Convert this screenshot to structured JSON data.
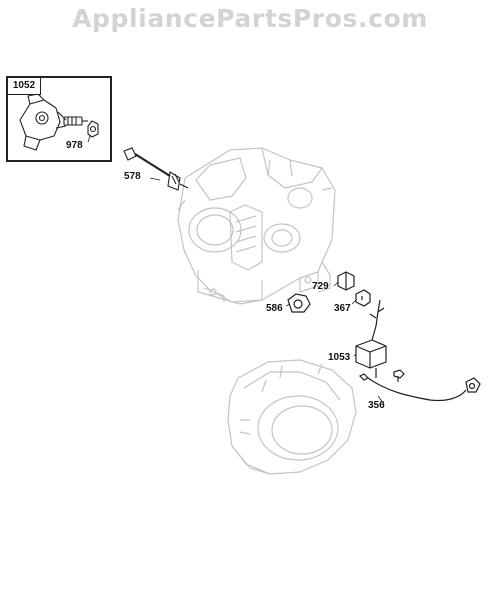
{
  "watermark": "AppliancePartsPros.com",
  "callout_box_label": "1052",
  "parts": {
    "p978": "978",
    "p578": "578",
    "p729": "729",
    "p367": "367",
    "p586": "586",
    "p1053": "1053",
    "p356": "356"
  },
  "colors": {
    "label": "#111111",
    "line_art": "#222222",
    "engine_ghost": "#c4c4c4",
    "watermark": "#d3d3d3"
  },
  "icons": {
    "callout_part": "governor-assembly-icon",
    "engine": "crankcase-block-icon",
    "shroud": "blower-housing-icon"
  }
}
